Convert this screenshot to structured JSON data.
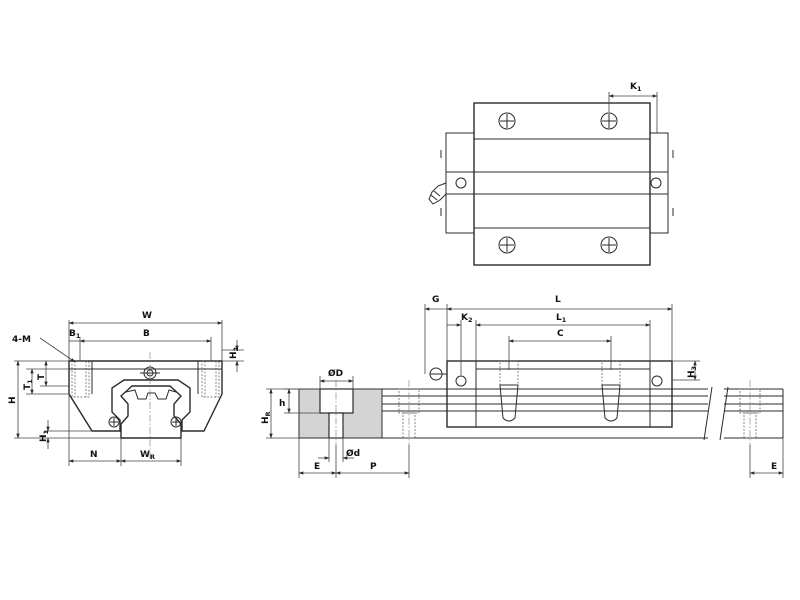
{
  "labels": {
    "K1": "K",
    "K1_sub": "1",
    "W": "W",
    "B1": "B",
    "B1_sub": "1",
    "B": "B",
    "M": "4-M",
    "H2": "H",
    "H2_sub": "2",
    "T": "T",
    "T1": "T",
    "T1_sub": "1",
    "H": "H",
    "H1": "H",
    "H1_sub": "1",
    "N": "N",
    "WR": "W",
    "WR_sub": "R",
    "G": "G",
    "L": "L",
    "K2": "K",
    "K2_sub": "2",
    "L1": "L",
    "L1_sub": "1",
    "C": "C",
    "H3": "H",
    "H3_sub": "3",
    "D": "ØD",
    "h": "h",
    "HR": "H",
    "HR_sub": "R",
    "d": "Ød",
    "E": "E",
    "P": "P",
    "E_right": "E"
  },
  "colors": {
    "line": "#2b2b2b",
    "section_fill": "#d4d4d4",
    "background": "#ffffff"
  }
}
